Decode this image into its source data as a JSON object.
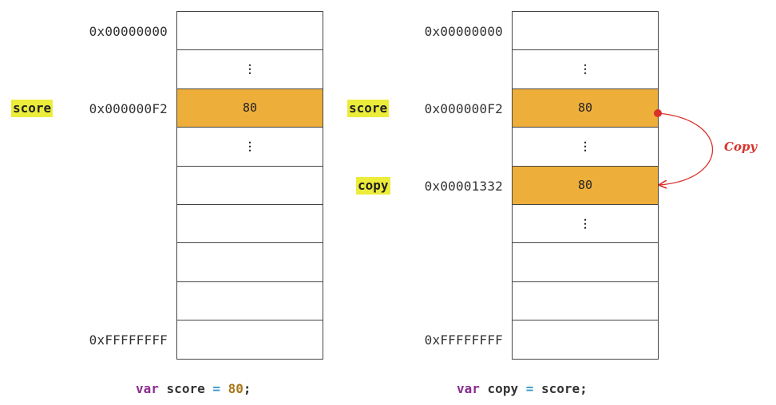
{
  "left": {
    "cells": [
      "",
      "⋮",
      "80",
      "⋮",
      "",
      "",
      "",
      "",
      ""
    ],
    "addresses": {
      "first": "0x00000000",
      "score": "0x000000F2",
      "last": "0xFFFFFFFF"
    },
    "labels": {
      "score": "score"
    },
    "code": {
      "kw": "var",
      "ident": "score",
      "op": "=",
      "value": "80",
      "end": ";"
    }
  },
  "right": {
    "cells": [
      "",
      "⋮",
      "80",
      "⋮",
      "80",
      "⋮",
      "",
      "",
      ""
    ],
    "addresses": {
      "first": "0x00000000",
      "score": "0x000000F2",
      "copy": "0x00001332",
      "last": "0xFFFFFFFF"
    },
    "labels": {
      "score": "score",
      "copy": "copy"
    },
    "arrow_label": "Copy",
    "code": {
      "kw": "var",
      "ident": "copy",
      "op": "=",
      "value": "score",
      "end": ";"
    }
  },
  "colors": {
    "highlight_cell": "#eeae3a",
    "label_highlight": "#ecec3a",
    "arrow": "#d9322b"
  }
}
